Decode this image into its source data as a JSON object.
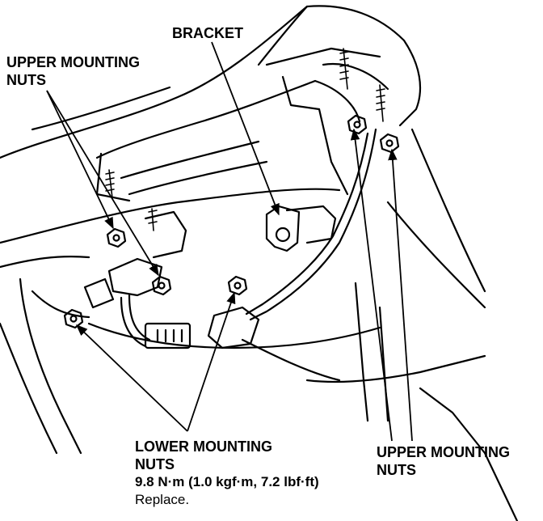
{
  "labels": {
    "bracket": "BRACKET",
    "upper_left": {
      "line1": "UPPER MOUNTING",
      "line2": "NUTS"
    },
    "lower": {
      "line1": "LOWER MOUNTING",
      "line2": "NUTS",
      "torque": "9.8 N·m (1.0 kgf·m, 7.2 lbf·ft)",
      "note": "Replace."
    },
    "upper_right": {
      "line1": "UPPER MOUNTING",
      "line2": "NUTS"
    }
  },
  "colors": {
    "ink": "#000000",
    "paper": "#ffffff"
  }
}
